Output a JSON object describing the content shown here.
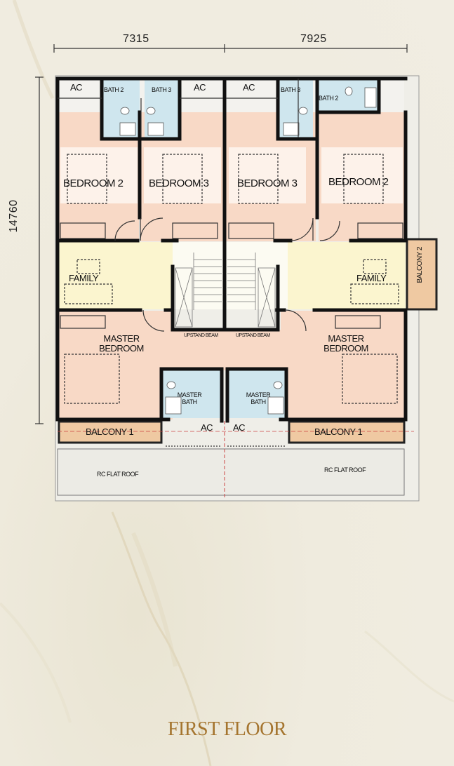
{
  "dimensions": {
    "width_left": "7315",
    "width_right": "7925",
    "depth": "14760"
  },
  "rooms": {
    "left": {
      "ac_1": "AC",
      "bath_2": "BATH 2",
      "bath_3": "BATH 3",
      "ac_2": "AC",
      "bedroom_2": "BEDROOM 2",
      "bedroom_3": "BEDROOM 3",
      "family": "FAMILY",
      "master_bedroom_line1": "MASTER",
      "master_bedroom_line2": "BEDROOM",
      "master_bath_line1": "MASTER",
      "master_bath_line2": "BATH",
      "ac_3": "AC",
      "balcony_1": "BALCONY 1",
      "roof": "RC FLAT ROOF",
      "beam": "UPSTAND BEAM"
    },
    "right": {
      "ac_1": "AC",
      "bath_3": "BATH 3",
      "bath_2": "BATH 2",
      "bedroom_3": "BEDROOM 3",
      "bedroom_2": "BEDROOM 2",
      "family": "FAMILY",
      "balcony_2": "BALCONY 2",
      "master_bedroom_line1": "MASTER",
      "master_bedroom_line2": "BEDROOM",
      "master_bath_line1": "MASTER",
      "master_bath_line2": "BATH",
      "ac_2": "AC",
      "balcony_1": "BALCONY 1",
      "roof": "RC FLAT ROOF",
      "beam": "UPSTAND BEAM"
    }
  },
  "title": "FIRST FLOOR",
  "colors": {
    "bedroom": "#f8d9c6",
    "family": "#fbf5cf",
    "bath": "#cfe6ee",
    "balcony": "#efc9a2",
    "title": "#a5752f"
  }
}
